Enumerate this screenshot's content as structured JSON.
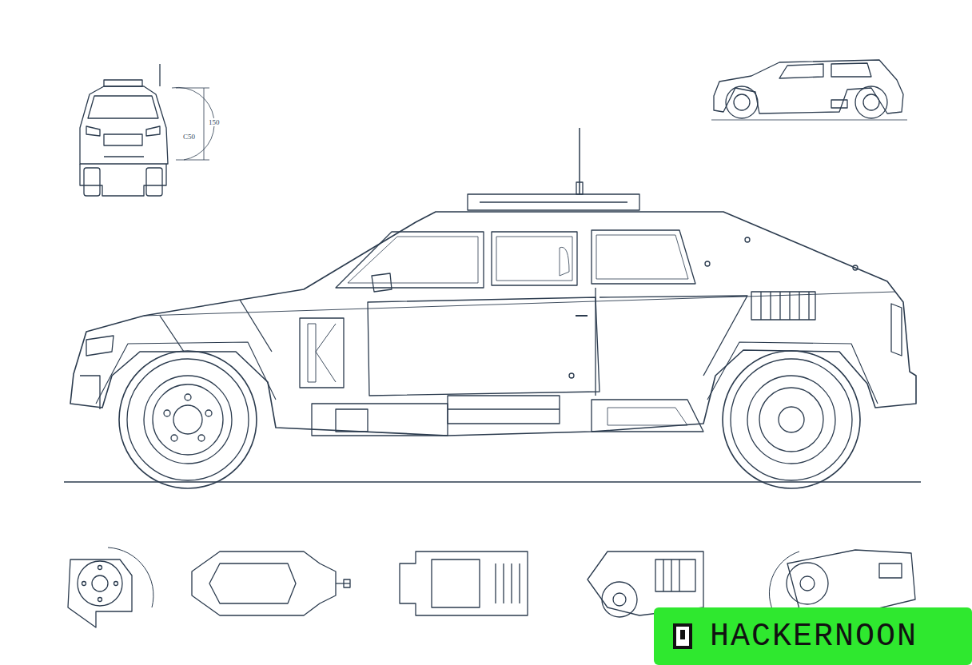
{
  "diagram": {
    "nodes": [
      {
        "text": [
          "HACKERNOON"
        ]
      }
    ],
    "labels": [
      "150",
      "C50"
    ]
  }
}
